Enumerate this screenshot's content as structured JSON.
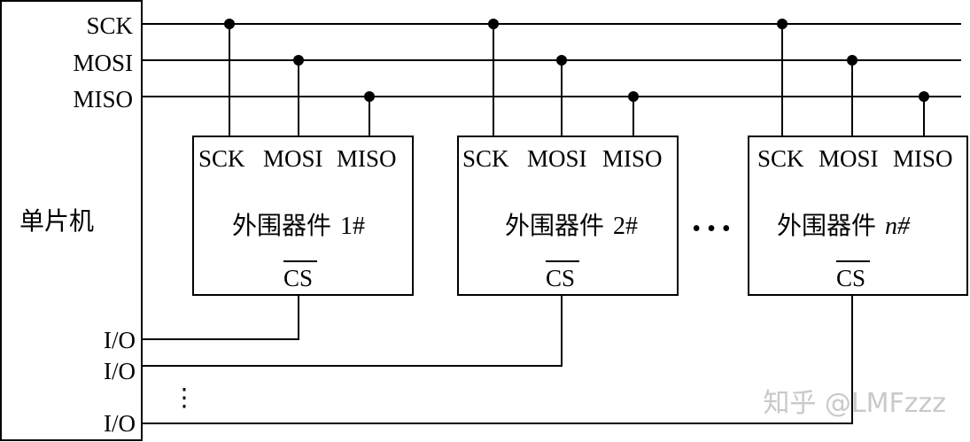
{
  "mcu": {
    "name": "单片机",
    "pins": {
      "sck": "SCK",
      "mosi": "MOSI",
      "miso": "MISO"
    },
    "io_pins": [
      "I/O",
      "I/O",
      "I/O"
    ],
    "io_ellipsis": "⋮"
  },
  "devices": [
    {
      "pins": [
        "SCK",
        "MOSI",
        "MISO"
      ],
      "name": "外围器件",
      "index": "1#",
      "cs": "CS"
    },
    {
      "pins": [
        "SCK",
        "MOSI",
        "MISO"
      ],
      "name": "外围器件",
      "index": "2#",
      "cs": "CS"
    },
    {
      "pins": [
        "SCK",
        "MOSI",
        "MISO"
      ],
      "name": "外围器件",
      "index": "n#",
      "cs": "CS"
    }
  ],
  "device_ellipsis": "• • •",
  "watermark": "知乎 @LMFzzz"
}
